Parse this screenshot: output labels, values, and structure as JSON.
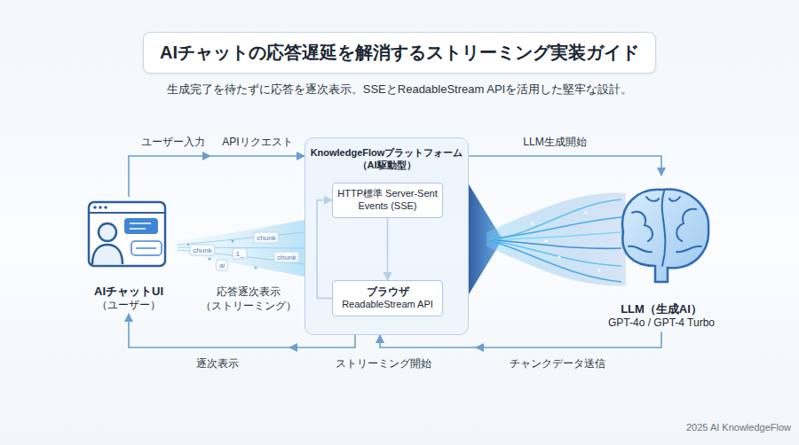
{
  "diagram": {
    "title": "AIチャットの応答遅延を解消するストリーミング実装ガイド",
    "caption": "生成完了を待たずに応答を逐次表示。SSEとReadableStream APIを活用した堅牢な設計。",
    "nodes": [
      {
        "text": [
          "AIチャットUI",
          "（ユーザー）"
        ]
      },
      {
        "text": [
          "KnowledgeFlowプラットフォーム （AI駆動型）"
        ]
      },
      {
        "text": [
          "HTTP標準 Server-Sent Events (SSE)"
        ],
        "in": 1
      },
      {
        "text": [
          "ブラウザ",
          "ReadableStream API"
        ],
        "in": 1
      },
      {
        "text": [
          "LLM（生成AI）",
          "GPT-4o / GPT-4 Turbo"
        ]
      }
    ],
    "edges": [
      {
        "from": 0,
        "to": 1,
        "arrow": "to",
        "label": "APIリクエスト"
      },
      {
        "from": 1,
        "to": 4,
        "arrow": "to",
        "label": "LLM生成開始"
      },
      {
        "from": 4,
        "to": 1,
        "arrow": "to",
        "label": "チャンクデータ送信"
      },
      {
        "from": 1,
        "to": 0,
        "arrow": "to",
        "label": "逐次表示"
      },
      {
        "from": 2,
        "to": 3,
        "arrow": "to"
      },
      {
        "from": 3,
        "to": 2,
        "arrow": "to"
      }
    ],
    "labels": [
      "ユーザー入力",
      "ストリーミング開始",
      "応答逐次表示 （ストリーミング）",
      "chunk",
      "chunk",
      "chunk",
      "1_",
      "ai",
      "2025 AI KnowledgeFlow"
    ]
  }
}
